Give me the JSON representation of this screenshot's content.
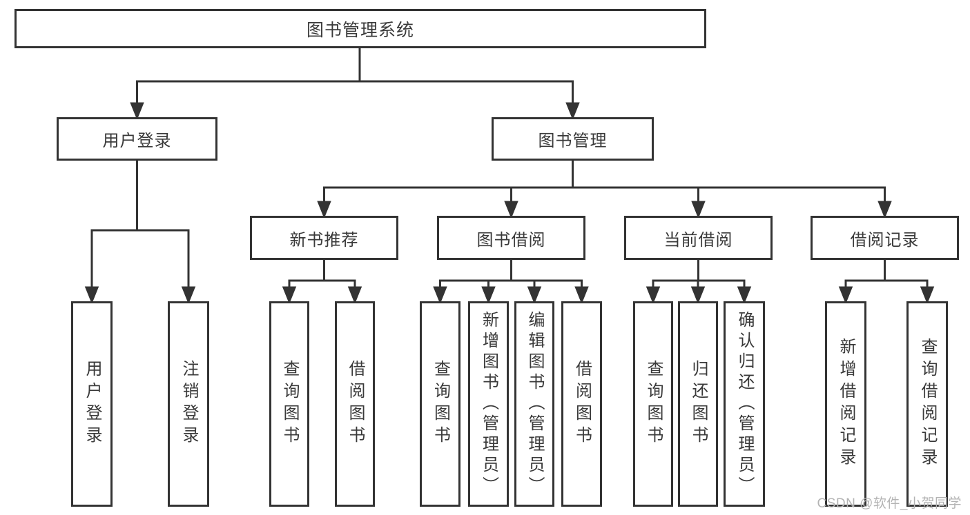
{
  "root": {
    "label": "图书管理系统"
  },
  "nodes": {
    "user_login": {
      "label": "用户登录"
    },
    "book_mgmt": {
      "label": "图书管理"
    },
    "new_books": {
      "label": "新书推荐"
    },
    "book_borrow": {
      "label": "图书借阅"
    },
    "current_borrow": {
      "label": "当前借阅"
    },
    "borrow_records": {
      "label": "借阅记录"
    }
  },
  "leaves": {
    "login": "用户登录",
    "logout": "注销登录",
    "nb_query": "查询图书",
    "nb_borrow": "借阅图书",
    "bb_query": "查询图书",
    "bb_add": "新增图书（管理员）",
    "bb_edit": "编辑图书（管理员）",
    "bb_borrow": "借阅图书",
    "cb_query": "查询图书",
    "cb_return": "归还图书",
    "cb_confirm": "确认归还（管理员）",
    "br_add": "新增借阅记录",
    "br_query": "查询借阅记录"
  },
  "watermark": "CSDN @软件_小贺同学",
  "colors": {
    "line": "#333333",
    "text": "#3a3a3a",
    "background": "#ffffff",
    "watermark": "#b3b3b3"
  }
}
